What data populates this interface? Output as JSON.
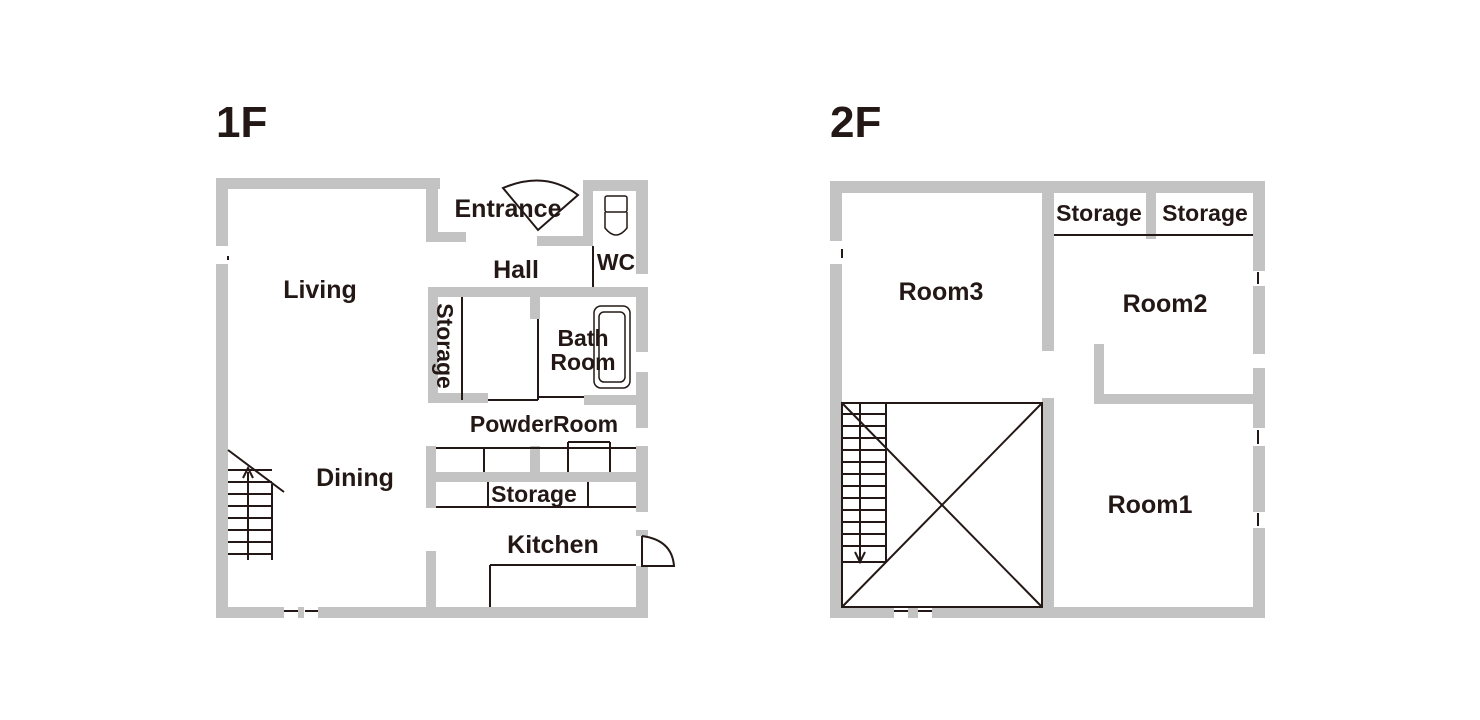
{
  "floors": {
    "first": {
      "title": "1F",
      "rooms": {
        "entrance": "Entrance",
        "hall": "Hall",
        "wc": "WC",
        "living": "Living",
        "storage_vertical": "Storage",
        "bath_line1": "Bath",
        "bath_line2": "Room",
        "powder_room": "PowderRoom",
        "dining": "Dining",
        "storage_kitchen": "Storage",
        "kitchen": "Kitchen"
      }
    },
    "second": {
      "title": "2F",
      "rooms": {
        "storage_left": "Storage",
        "storage_right": "Storage",
        "room3": "Room3",
        "room2": "Room2",
        "room1": "Room1"
      }
    }
  },
  "colors": {
    "wall": "#c3c3c3",
    "ink": "#231815"
  }
}
